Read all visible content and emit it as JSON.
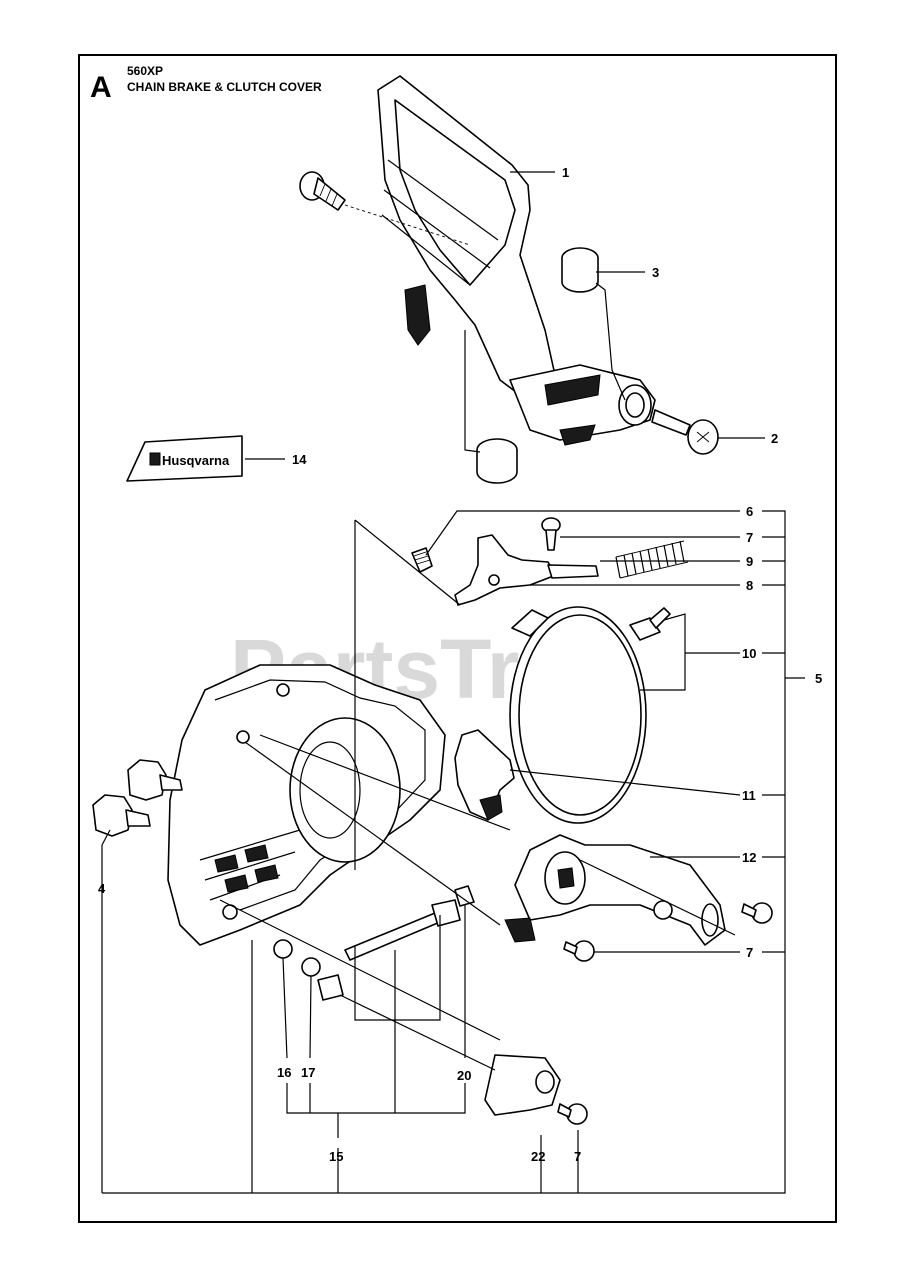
{
  "header": {
    "section_letter": "A",
    "model": "560XP",
    "title": "CHAIN BRAKE & CLUTCH COVER"
  },
  "watermark": "PartsTree",
  "decal_text": "Husqvarna",
  "callouts": [
    "1",
    "2",
    "3",
    "4",
    "5",
    "6",
    "7",
    "8",
    "9",
    "10",
    "11",
    "12",
    "14",
    "15",
    "16",
    "17",
    "20",
    "22"
  ],
  "callout_7": "7"
}
